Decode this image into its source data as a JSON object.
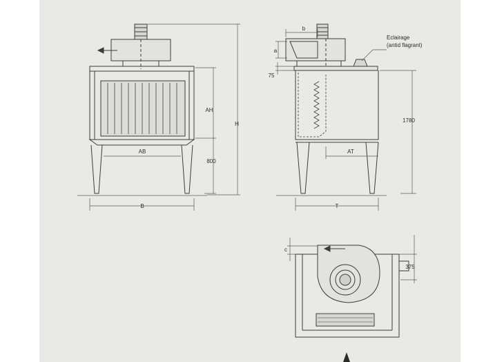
{
  "labels": {
    "lighting_line1": "Eclairage",
    "lighting_line2": "(antid flagrant)",
    "b_small": "b",
    "a_small": "a",
    "dim_75": "75",
    "dim_AH": "AH",
    "dim_H": "H",
    "dim_1780": "1780",
    "dim_AB": "AB",
    "dim_800": "800",
    "dim_AT": "AT",
    "dim_B": "B",
    "dim_T": "T",
    "c_small": "c",
    "dim_375": "375"
  },
  "colors": {
    "paper": "#e9e9e7",
    "margin": "#ffffff",
    "line": "#3c3c3c",
    "dim": "#5a5a5a",
    "panel": "#dcdcda"
  }
}
